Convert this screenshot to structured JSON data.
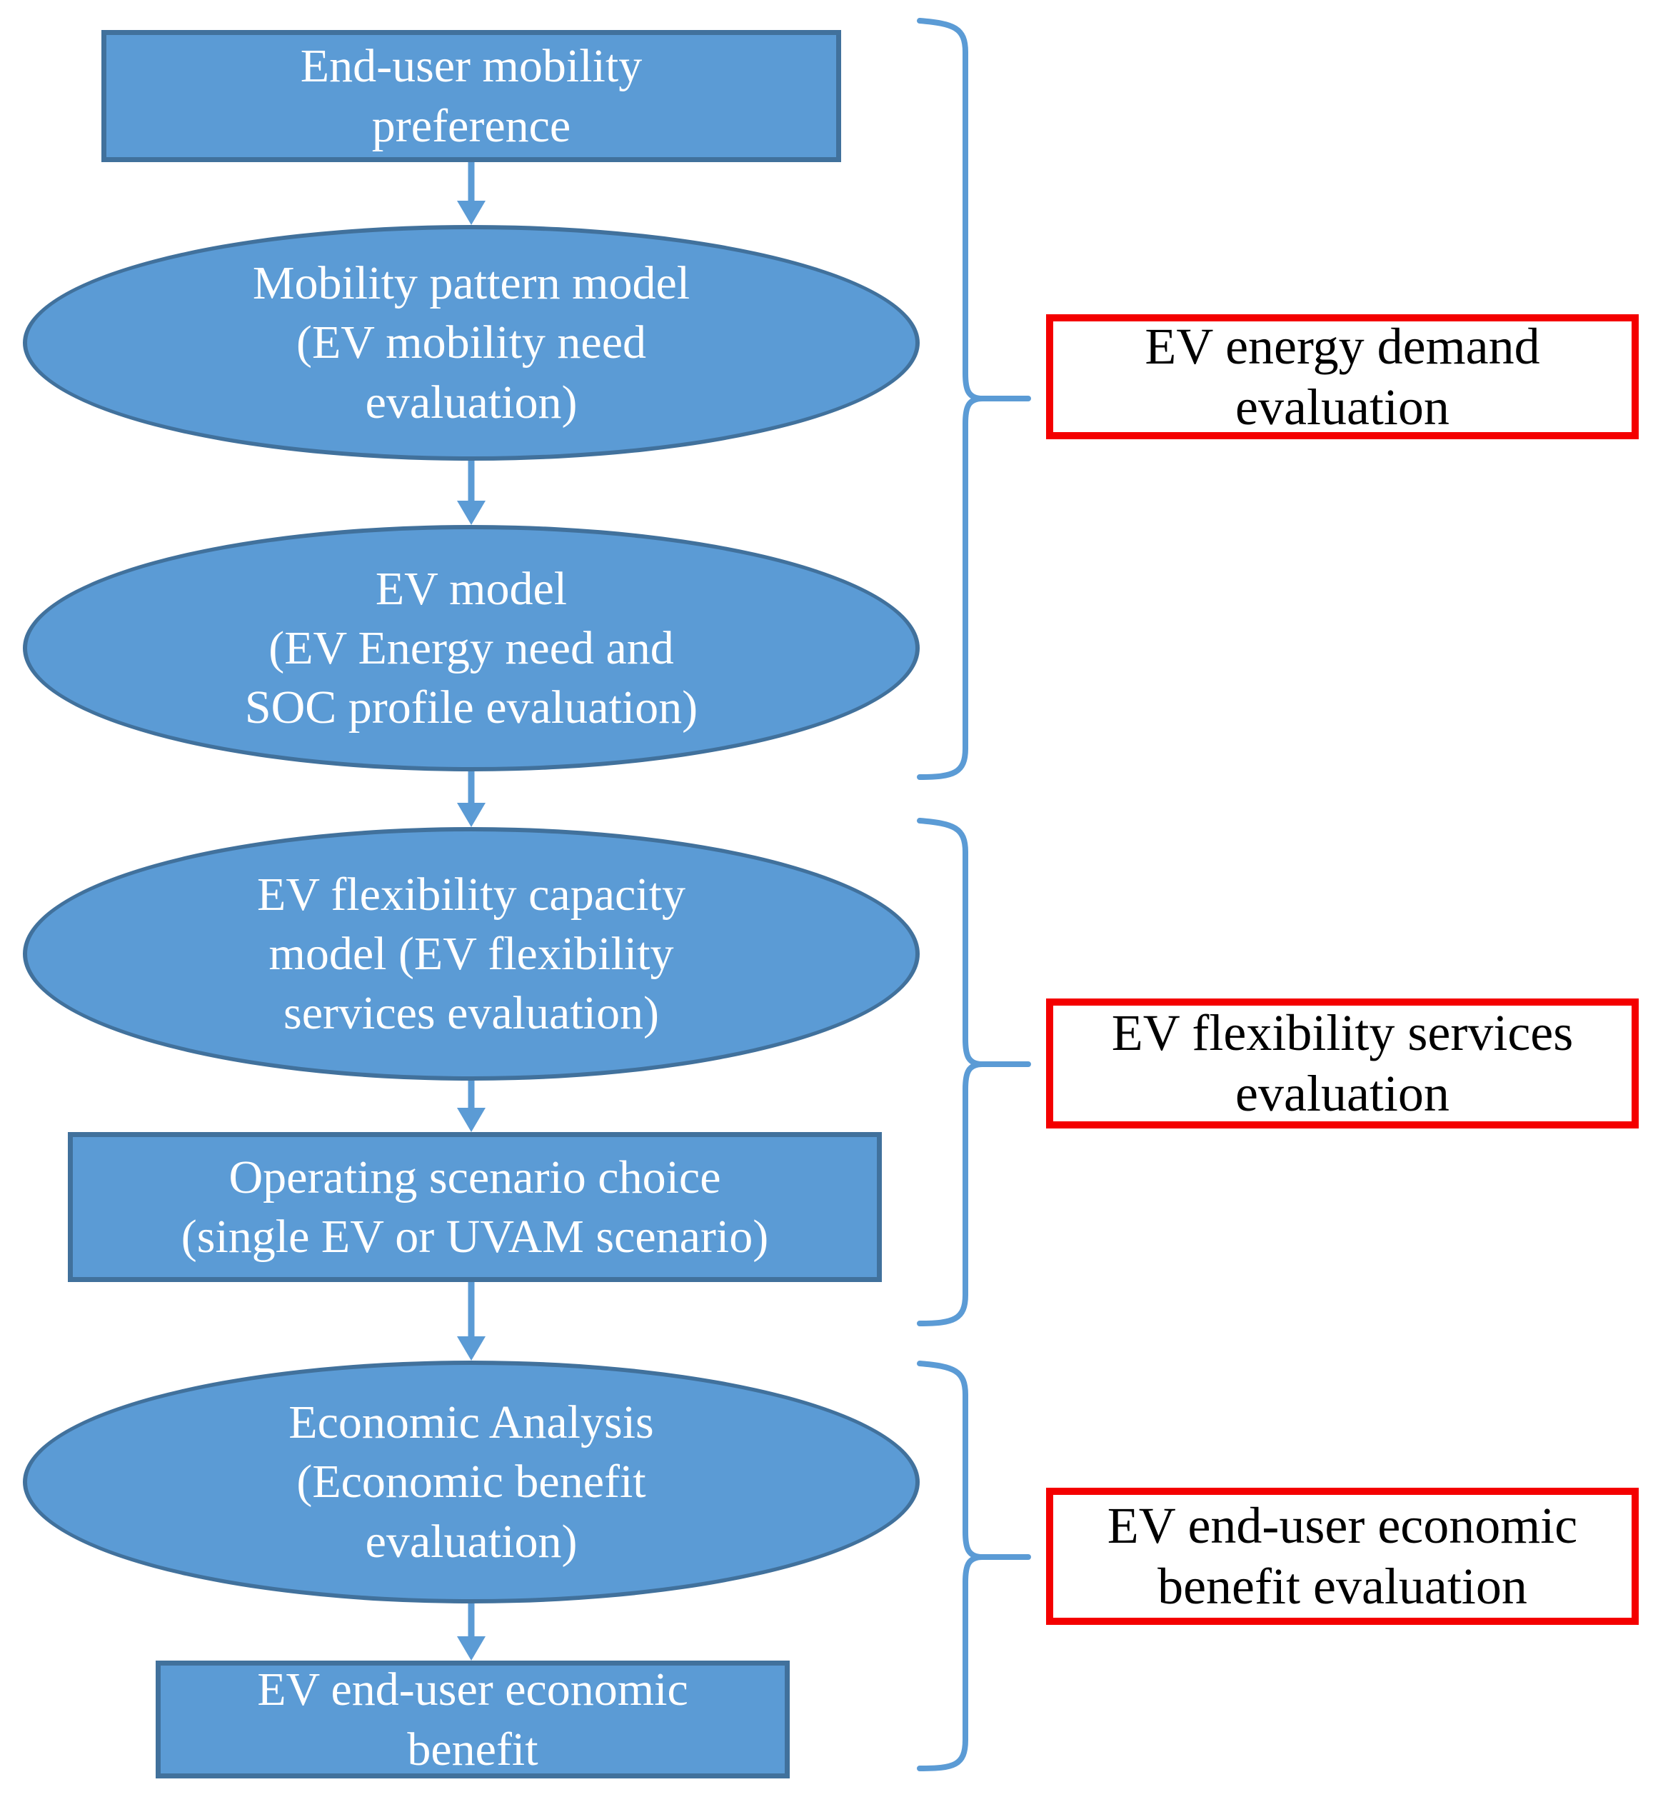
{
  "figure": {
    "type": "flowchart",
    "flow_steps": [
      {
        "shape": "rectangle",
        "label": "End-user mobility\npreference"
      },
      {
        "shape": "ellipse",
        "label": "Mobility pattern model\n(EV mobility need\nevaluation)"
      },
      {
        "shape": "ellipse",
        "label": "EV model\n(EV Energy need and\nSOC profile evaluation)"
      },
      {
        "shape": "ellipse",
        "label": "EV flexibility capacity\nmodel (EV flexibility\nservices evaluation)"
      },
      {
        "shape": "rectangle",
        "label": "Operating scenario choice\n(single EV or UVAM scenario)"
      },
      {
        "shape": "ellipse",
        "label": "Economic Analysis\n(Economic benefit\nevaluation)"
      },
      {
        "shape": "rectangle",
        "label": "EV end-user economic\nbenefit"
      }
    ],
    "group_labels": [
      {
        "label": "EV energy demand\nevaluation"
      },
      {
        "label": "EV flexibility services\nevaluation"
      },
      {
        "label": "EV end-user economic\nbenefit evaluation"
      }
    ],
    "colors": {
      "shape_fill": "#5b9bd5",
      "shape_border": "#41719c",
      "shape_text": "#ffffff",
      "connector": "#5b9bd5",
      "group_box_border": "#f40000",
      "group_box_fill": "#ffffff",
      "group_text": "#000000",
      "background": "#ffffff"
    }
  }
}
